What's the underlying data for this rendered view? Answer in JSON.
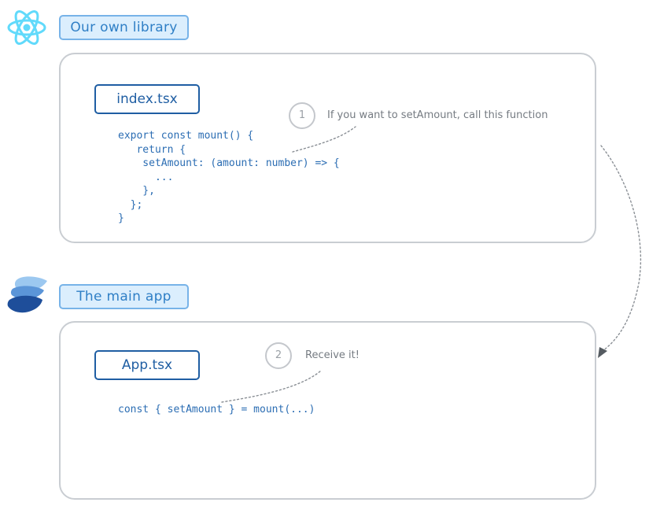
{
  "sections": {
    "library_label": "Our own library",
    "app_label": "The main app"
  },
  "library": {
    "file_name": "index.tsx",
    "code_lines": [
      "export const mount() {",
      "   return {",
      "    setAmount: (amount: number) => {",
      "      ...",
      "    },",
      "  };",
      "}"
    ]
  },
  "app": {
    "file_name": "App.tsx",
    "code_lines": [
      "const { setAmount } = mount(...)"
    ]
  },
  "steps": [
    {
      "number": "1",
      "text": "If you want to setAmount, call this function"
    },
    {
      "number": "2",
      "text": "Receive it!"
    }
  ],
  "icons": {
    "top": "react-logo-icon",
    "bottom": "layered-stack-logo-icon"
  },
  "colors": {
    "react_logo": "#61dafb",
    "label_fill": "#dbeefd",
    "label_border": "#77b3e8",
    "label_text": "#2f7fc6",
    "file_border": "#1f5ea3",
    "code_text": "#2b6db3",
    "container_border": "#c9cdd2",
    "annotation_text": "#757b82",
    "stack_logo_dark": "#1e4e9a",
    "stack_logo_light": "#7fb6ea"
  }
}
